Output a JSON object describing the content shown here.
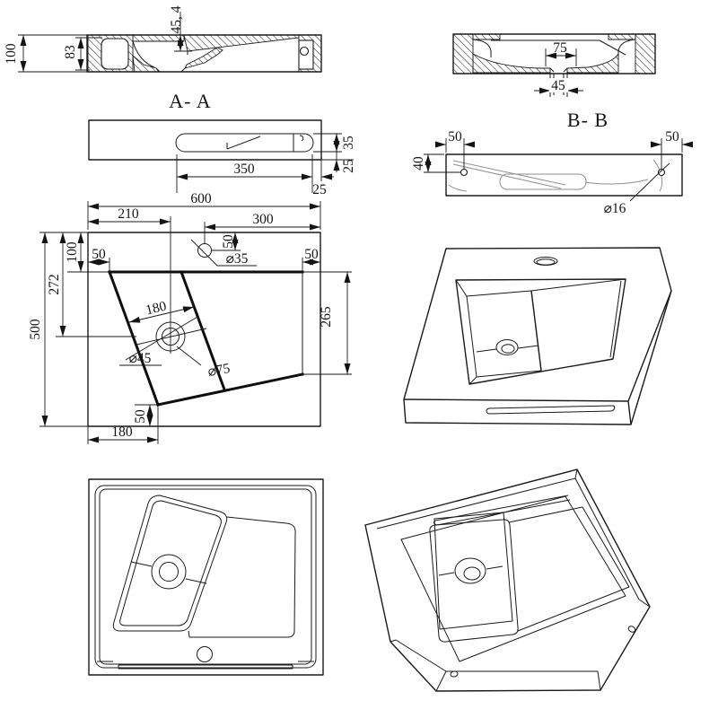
{
  "sections": {
    "aa": {
      "label": "A- A",
      "overall_height": "100",
      "bowl_depth": "83",
      "slope_drop": "45, 4"
    },
    "bb": {
      "label": "B- B",
      "drain_seat_width": "75",
      "drain_outlet_width": "45"
    }
  },
  "front_view": {
    "slot_length": "350",
    "slot_height": "35",
    "slot_bottom_gap": "25",
    "slot_edge_gap": "25"
  },
  "side_view": {
    "left_hole_offset": "50",
    "right_hole_offset": "50",
    "hole_depth": "40",
    "hole_diameter": "⌀16"
  },
  "plan_view": {
    "overall_width": "600",
    "drain_offset_left": "210",
    "faucet_span_right": "300",
    "basin_back_gap": "100",
    "basin_left_gap": "50",
    "basin_right_gap": "50",
    "faucet_top_gap": "50",
    "faucet_diameter": "⌀35",
    "drain_offset_top": "272",
    "overall_depth": "500",
    "basin_width": "180",
    "drain_inner_diameter": "⌀45",
    "drain_outer_diameter": "⌀75",
    "basin_right_depth": "265",
    "basin_front_gap": "50",
    "basin_corner_offset": "180"
  }
}
